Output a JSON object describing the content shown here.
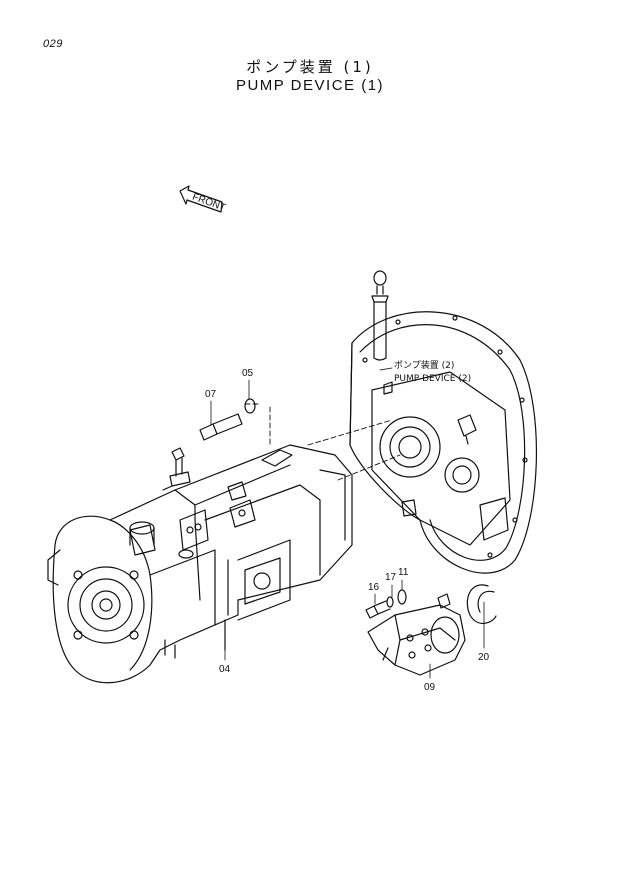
{
  "page_number": "029",
  "title_jp": "ポンプ装置 (1)",
  "title_en": "PUMP DEVICE (1)",
  "front_label": "FRONT",
  "reference_note": {
    "line1": "ポンプ装置 (2)",
    "line2": "PUMP DEVICE (2)"
  },
  "callouts": {
    "c05": "05",
    "c07": "07",
    "c04": "04",
    "c16": "16",
    "c17": "17",
    "c11": "11",
    "c09": "09",
    "c20": "20"
  }
}
